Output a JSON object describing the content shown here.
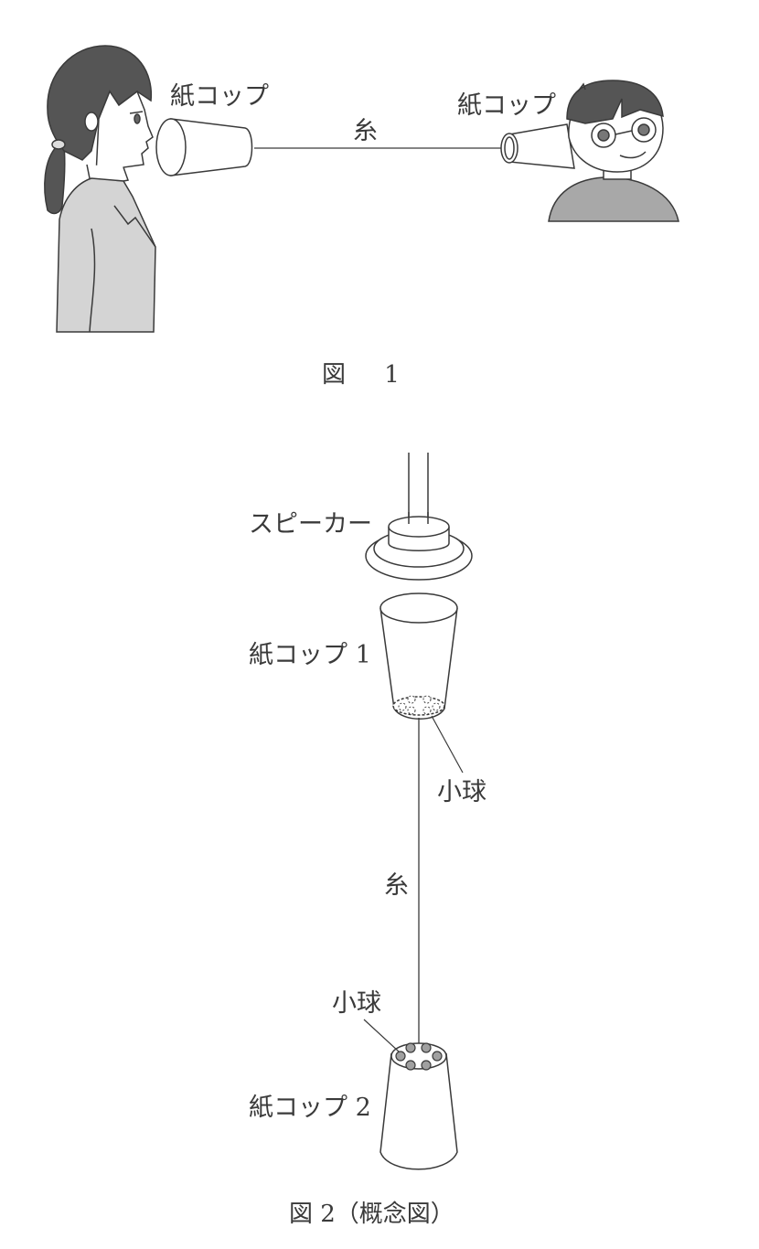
{
  "figure1": {
    "caption_prefix": "図",
    "caption_number": "1",
    "labels": {
      "cup_left": "紙コップ",
      "cup_right": "紙コップ",
      "string": "糸"
    },
    "elements": [
      "girl-speaking-into-cup",
      "boy-listening-with-cup",
      "string-between-cups"
    ]
  },
  "figure2": {
    "caption": "図 2（概念図）",
    "labels": {
      "speaker": "スピーカー",
      "cup1": "紙コップ 1",
      "ball_upper": "小球",
      "string": "糸",
      "ball_lower": "小球",
      "cup2": "紙コップ 2"
    },
    "elements": [
      "speaker",
      "paper-cup-1",
      "small-balls-in-cup-1",
      "string",
      "paper-cup-2",
      "small-balls-on-cup-2"
    ]
  },
  "colors": {
    "line": "#3a3a3a",
    "hair": "#555555",
    "clothing": "#d4d4d4",
    "boy_shirt": "#a8a8a8",
    "ball": "#a0a0a0"
  }
}
